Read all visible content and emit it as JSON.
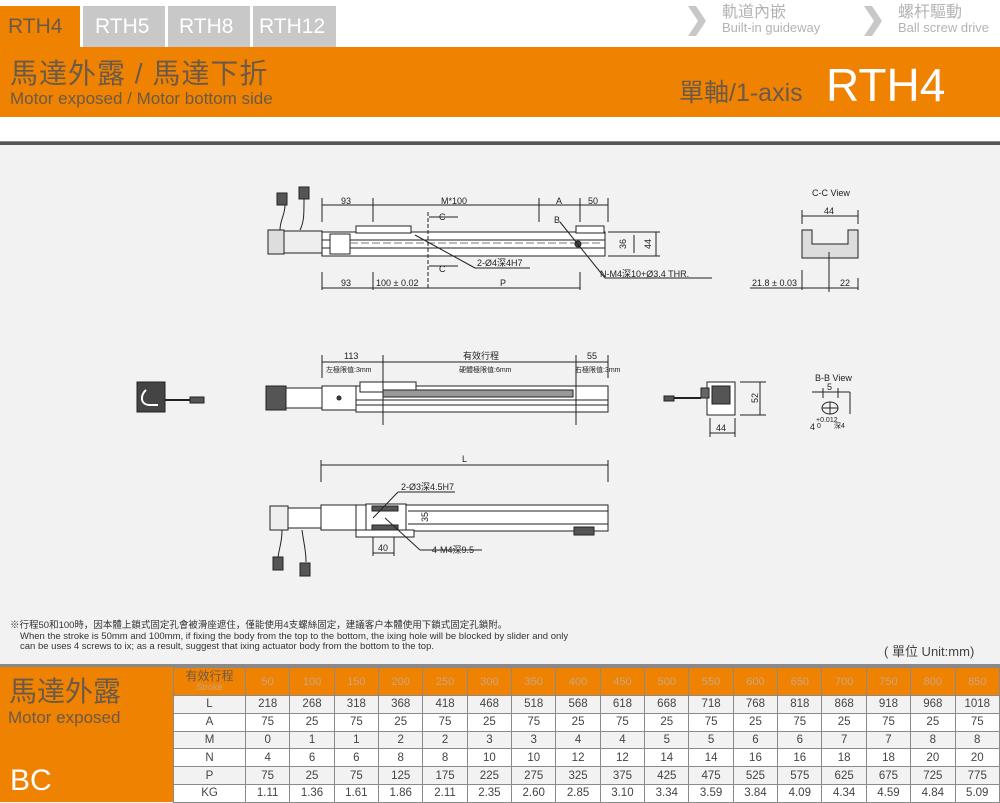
{
  "tabs": [
    {
      "label": "RTH4",
      "active": true
    },
    {
      "label": "RTH5",
      "active": false
    },
    {
      "label": "RTH8",
      "active": false
    },
    {
      "label": "RTH12",
      "active": false
    }
  ],
  "features": [
    {
      "zh": "軌道內嵌",
      "en": "Built-in guideway",
      "icon": "chevron-right-icon"
    },
    {
      "zh": "螺杆驅動",
      "en": "Ball screw drive",
      "icon": "chevron-right-icon"
    }
  ],
  "banner": {
    "title_zh": "馬達外露 / 馬達下折",
    "title_en": "Motor exposed / Motor bottom side",
    "axis_label": "單軸/1-axis",
    "model": "RTH4"
  },
  "colors": {
    "accent": "#ef8200",
    "tab_inactive": "#c8c8c8",
    "text_dark": "#6b5a4a",
    "background": "#f2f2f2"
  },
  "drawing": {
    "top_view": {
      "dims_top": [
        "93",
        "M*100",
        "A",
        "50"
      ],
      "dims_bottom": [
        "93",
        "100 ± 0.02",
        "P"
      ],
      "section_mark": "C",
      "point_mark": "B",
      "height_dims": [
        "36",
        "44"
      ],
      "callouts": [
        "2-Ø4深4H7",
        "N-M4深10+Ø3.4 THR."
      ]
    },
    "cc_view": {
      "title": "C-C View",
      "width": "44",
      "dims_bottom": [
        "21.8 ± 0.03",
        "22"
      ]
    },
    "side_view": {
      "dims": [
        "113",
        "有效行程",
        "55"
      ],
      "limits": [
        "左極限值:3mm",
        "硬體極限值:6mm",
        "右極限值:3mm"
      ]
    },
    "end_view": {
      "height": "52",
      "width": "44"
    },
    "bb_view": {
      "title": "B-B View",
      "width": "5",
      "tolerance": "+0.012",
      "hole": "4",
      "hole_tol": "0",
      "depth": "深4"
    },
    "bottom_view": {
      "length": "L",
      "callouts": [
        "2-Ø3深4.5H7",
        "4-M4深9.5"
      ],
      "dims": [
        "35",
        "40"
      ]
    }
  },
  "note": {
    "zh": "※行程50和100時，因本體上鎖式固定孔會被滑座遮住，僅能使用4支螺絲固定，建議客户本體使用下鎖式固定孔鎖附。",
    "en_line1": "When the stroke is 50mm and 100mm, if fixing the body from the top to the bottom, the ixing hole will be blocked by slider and only",
    "en_line2": "can be uses 4 screws to ix; as a result, suggest that ixing actuator body from the bottom to the top."
  },
  "unit_label": "( 單位 Unit:mm)",
  "spec_table": {
    "section_zh": "馬達外露",
    "section_en": "Motor exposed",
    "code": "BC",
    "header_zh": "有效行程",
    "header_en": "Stroke",
    "strokes": [
      "50",
      "100",
      "150",
      "200",
      "250",
      "300",
      "350",
      "400",
      "450",
      "500",
      "550",
      "600",
      "650",
      "700",
      "750",
      "800",
      "850"
    ],
    "rows": [
      {
        "label": "L",
        "values": [
          "218",
          "268",
          "318",
          "368",
          "418",
          "468",
          "518",
          "568",
          "618",
          "668",
          "718",
          "768",
          "818",
          "868",
          "918",
          "968",
          "1018"
        ]
      },
      {
        "label": "A",
        "values": [
          "75",
          "25",
          "75",
          "25",
          "75",
          "25",
          "75",
          "25",
          "75",
          "25",
          "75",
          "25",
          "75",
          "25",
          "75",
          "25",
          "75"
        ]
      },
      {
        "label": "M",
        "values": [
          "0",
          "1",
          "1",
          "2",
          "2",
          "3",
          "3",
          "4",
          "4",
          "5",
          "5",
          "6",
          "6",
          "7",
          "7",
          "8",
          "8"
        ]
      },
      {
        "label": "N",
        "values": [
          "4",
          "6",
          "6",
          "8",
          "8",
          "10",
          "10",
          "12",
          "12",
          "14",
          "14",
          "16",
          "16",
          "18",
          "18",
          "20",
          "20"
        ]
      },
      {
        "label": "P",
        "values": [
          "75",
          "25",
          "75",
          "125",
          "175",
          "225",
          "275",
          "325",
          "375",
          "425",
          "475",
          "525",
          "575",
          "625",
          "675",
          "725",
          "775"
        ]
      },
      {
        "label": "KG",
        "values": [
          "1.11",
          "1.36",
          "1.61",
          "1.86",
          "2.11",
          "2.35",
          "2.60",
          "2.85",
          "3.10",
          "3.34",
          "3.59",
          "3.84",
          "4.09",
          "4.34",
          "4.59",
          "4.84",
          "5.09"
        ]
      }
    ]
  }
}
